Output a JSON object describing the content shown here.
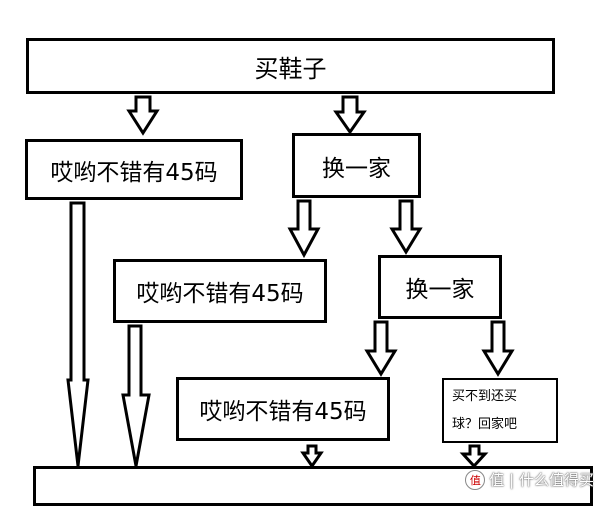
{
  "nodes": {
    "buy_shoes": "买鞋子",
    "wow_not_bad_size45_1": "哎哟不错有45码",
    "switch_store_1": "换一家",
    "wow_not_bad_size45_2": "哎哟不错有45码",
    "switch_store_2": "换一家",
    "wow_not_bad_size45_3": "哎哟不错有45码",
    "cant_buy_line1": "买不到还买",
    "cant_buy_line2": "球？回家吧"
  },
  "watermark": {
    "text": "值 | 什么值得买",
    "icon": "smzdm-logo-icon"
  }
}
